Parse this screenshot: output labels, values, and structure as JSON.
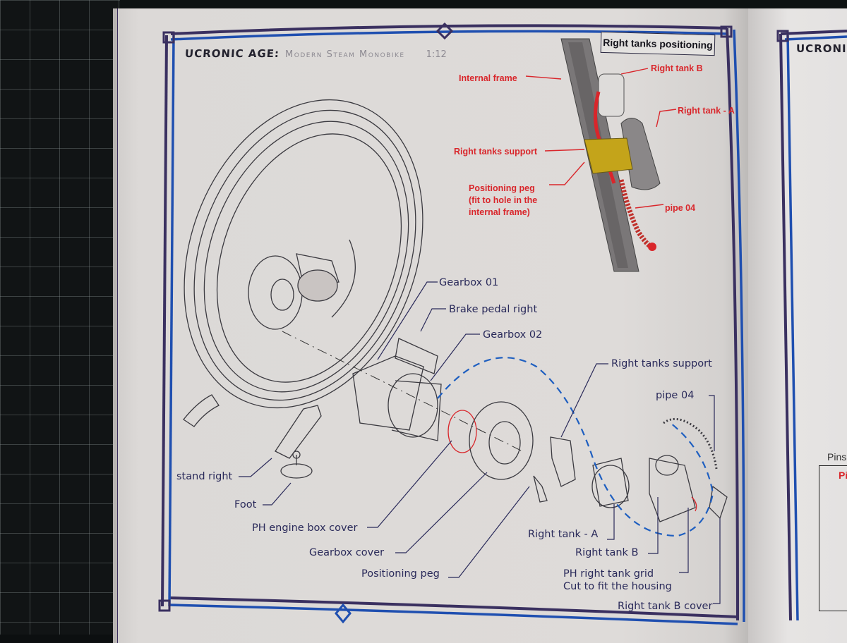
{
  "document": {
    "brand": "UCRONIC AGE:",
    "subtitle": "Modern Steam Monobike",
    "scale": "1:12",
    "colors": {
      "frame_blue": "#1f4fb0",
      "frame_purple": "#3a3060",
      "red_callout": "#d9262b",
      "label_ink": "#2a2a5a",
      "paper": "#dcd9d7",
      "dashed_path": "#1f5fc0"
    }
  },
  "inset": {
    "title": "Right tanks positioning",
    "labels": {
      "internal_frame": "Internal frame",
      "right_tank_b": "Right tank B",
      "right_tank_a": "Right tank - A",
      "right_tanks_support": "Right tanks support",
      "positioning_peg_1": "Positioning peg",
      "positioning_peg_2": "(fit to hole in the",
      "positioning_peg_3": "internal frame)",
      "pipe_04": "pipe 04"
    }
  },
  "parts": {
    "gearbox_01": "Gearbox 01",
    "brake_pedal_right": "Brake pedal right",
    "gearbox_02": "Gearbox 02",
    "right_tanks_support": "Right tanks support",
    "pipe_04": "pipe 04",
    "stand_right": "stand right",
    "foot": "Foot",
    "ph_engine_box_cover": "PH engine box cover",
    "gearbox_cover": "Gearbox cover",
    "positioning_peg": "Positioning peg",
    "right_tank_a": "Right tank - A",
    "right_tank_b": "Right tank B",
    "ph_right_tank_grid": "PH right tank grid",
    "cut_to_fit": "Cut to fit the housing",
    "right_tank_b_cover": "Right tank B cover"
  },
  "next_page": {
    "brand_partial": "UCRONIC",
    "pins_partial": "Pins",
    "pins_red_partial": "Pi"
  }
}
